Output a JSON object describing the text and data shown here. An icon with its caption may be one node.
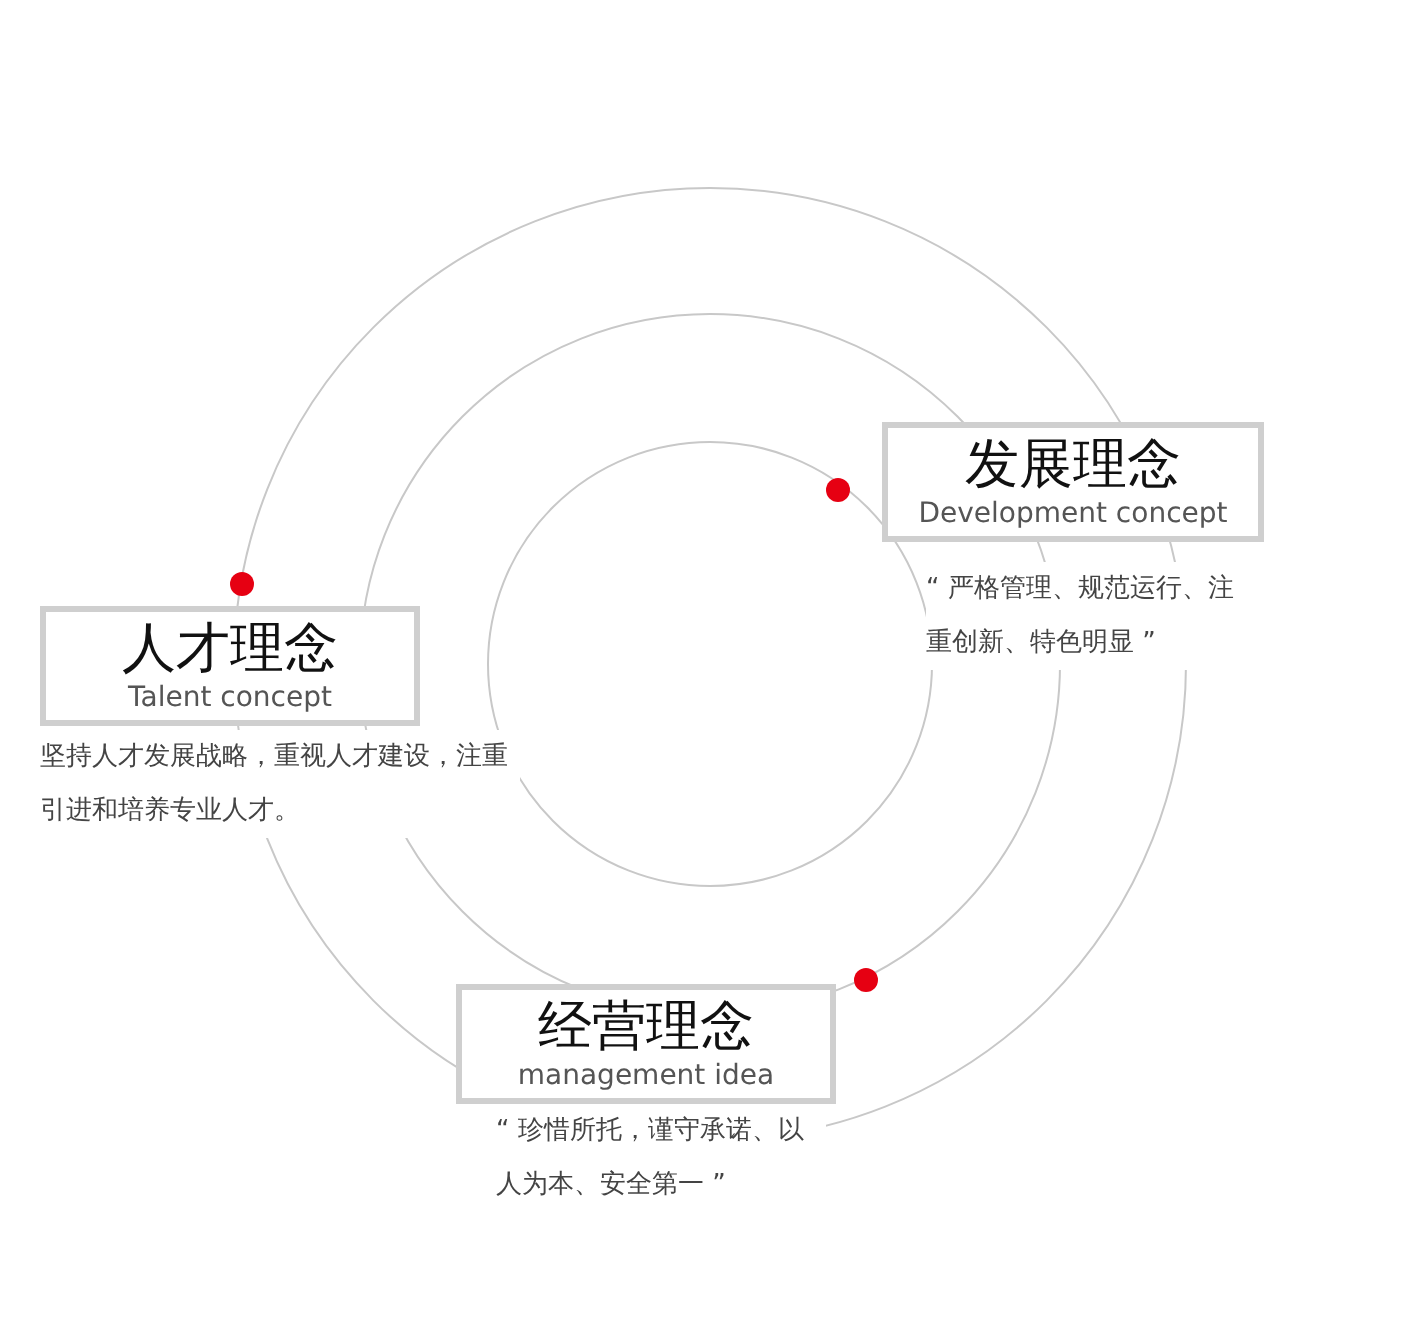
{
  "diagram": {
    "nodes": [
      {
        "text": [
          "发展理念",
          "Development concept"
        ],
        "beside": [
          "“ 严格管理、规范运行、注重创新、特色明显 ”"
        ]
      },
      {
        "text": [
          "人才理念",
          "Talent concept"
        ],
        "beside": [
          "坚持人才发展战略，重视人才建设，注重引进和培养专业人才。"
        ]
      },
      {
        "text": [
          "经营理念",
          "management idea"
        ],
        "beside": [
          "“ 珍惜所托，谨守承诺、以人为本、安全第一 ”"
        ]
      }
    ]
  }
}
